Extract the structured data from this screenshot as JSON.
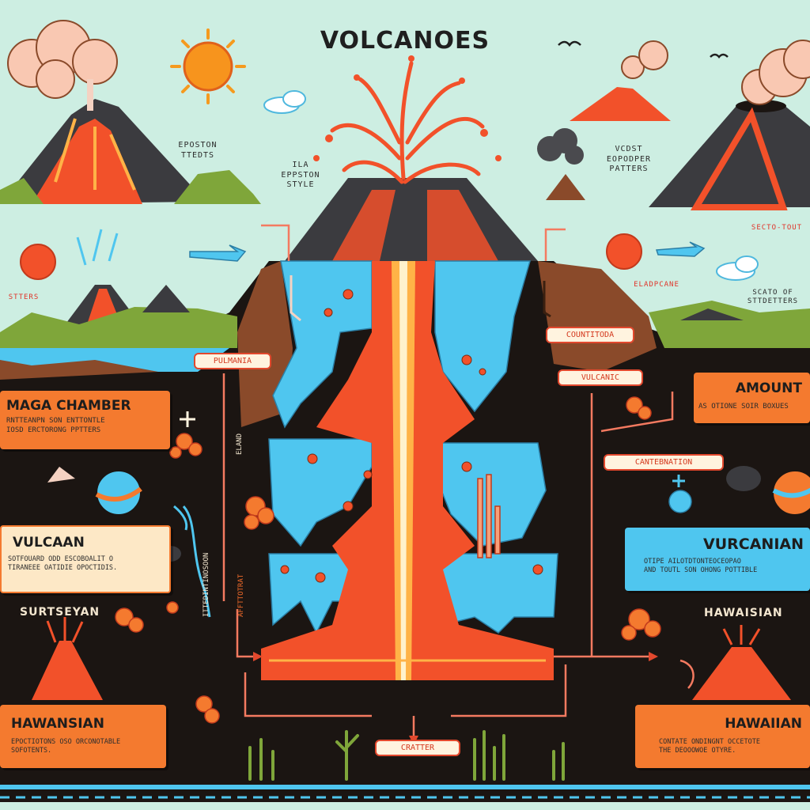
{
  "title": "VOLCANOES",
  "top_labels": {
    "left": "EPOSTON\nTTEDTS",
    "center": "ILA\nEPPSTON\nSTYLE",
    "right": "VCDST\nEOPODPER\nPATTERS"
  },
  "side_labels": {
    "right_top": "SECTO-TOUT",
    "right_mid": "ELADPCANE",
    "right_lower": "SCATO OF\nSTTDETTERS",
    "left_mid": "STTERS"
  },
  "tags": {
    "pulmania": "PULMANIA",
    "countitoda": "COUNTITODA",
    "vulcanic": "VULCANIC",
    "cante": "CANTEBNATION",
    "crater": "CRATTER"
  },
  "boxes": {
    "magma": {
      "heading": "MAGA CHAMBER",
      "body": "RNTTEANPN SON ENTTONTLE\nIOSD ERCTORONG PPTTERS"
    },
    "amount": {
      "heading": "AMOUNT",
      "body": "AS OTIONE SOIR BOXUES"
    },
    "vulcaan": {
      "heading": "VULCAAN",
      "body": "SOTFOUARD ODD ESCOBOALIT O\nTIRANEEE OATIDIE OPOCTIDIS."
    },
    "vurcanian": {
      "heading": "VURCANIAN",
      "body": "OTIPE AILOTDTONTEOCEOPAO\nAND TOUTL SON OHONG POTTIBLE"
    },
    "hawansian": {
      "heading": "HAWANSIAN",
      "body": "EPOCTIOTONS OSO ORCONOTABLE\nSOFOTENTS."
    },
    "hawaiian": {
      "heading": "HAWAIIAN",
      "body": "CONTATE ONDINGNT OCCETOTE\nTHE DEOOOWOE OTYRE."
    }
  },
  "plain_labels": {
    "surtseyan": "SURTSEYAN",
    "hawaisian": "HAWAISIAN"
  },
  "vertical_labels": {
    "left_a": "ITTEDINTINOSOON",
    "left_b": "AFFTTOTRAT",
    "center": "ELAND"
  },
  "colors": {
    "sky": "#cdeee2",
    "ground": "#1b1512",
    "lava": "#f2512a",
    "lava_light": "#ffb347",
    "water": "#4fc6ef",
    "rock": "#8a4a2a",
    "dark_rock": "#3b3b3f",
    "grass": "#7fa63a"
  }
}
